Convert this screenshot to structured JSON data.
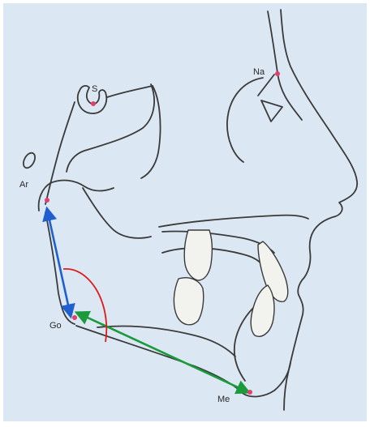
{
  "figure": {
    "background_color": "#dbe7f2",
    "outline_color": "#3a3a3a",
    "tooth_fill": "#f2f2ee",
    "landmark_color": "#e0406a"
  },
  "landmarks": {
    "sella": "S",
    "nasion": "Na",
    "articulare": "Ar",
    "gonion": "Go",
    "menton": "Me"
  },
  "measurement": {
    "ramus_line_color": "#1f5fd0",
    "body_line_color": "#1a9a3a",
    "angle_arc_color": "#e01818"
  }
}
